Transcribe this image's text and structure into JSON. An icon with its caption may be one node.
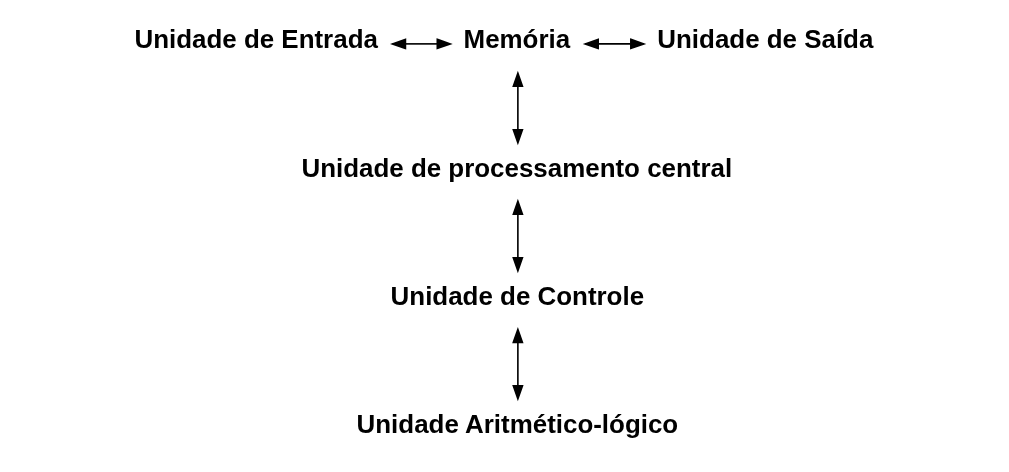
{
  "diagram": {
    "nodes": [
      {
        "text": [
          "Unidade de Entrada"
        ]
      },
      {
        "text": [
          "Memória"
        ]
      },
      {
        "text": [
          "Unidade de Saída"
        ]
      },
      {
        "text": [
          "Unidade de processamento central"
        ]
      },
      {
        "text": [
          "Unidade de Controle"
        ]
      },
      {
        "text": [
          "Unidade Aritmético-lógico"
        ]
      }
    ],
    "edges": [
      {
        "from": 0,
        "to": 1,
        "arrow": "both"
      },
      {
        "from": 1,
        "to": 2,
        "arrow": "both"
      },
      {
        "from": 1,
        "to": 3,
        "arrow": "both"
      },
      {
        "from": 3,
        "to": 4,
        "arrow": "both"
      },
      {
        "from": 4,
        "to": 5,
        "arrow": "both"
      }
    ]
  }
}
